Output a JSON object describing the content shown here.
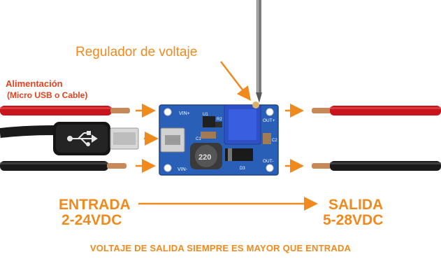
{
  "labels": {
    "regulator": "Regulador de voltaje",
    "power": "Alimentación",
    "power_sub": "(Micro USB o Cable)",
    "input": "ENTRADA",
    "input_range": "2-24VDC",
    "output": "SALIDA",
    "output_range": "5-28VDC",
    "note": "VOLTAJE DE SALIDA SIEMPRE ES MAYOR QUE ENTRADA"
  },
  "board": {
    "vin_plus": "VIN+",
    "vin_minus": "VIN-",
    "out_plus": "OUT+",
    "out_minus": "OUT-",
    "u1": "U1",
    "r2": "R2",
    "c1": "C1",
    "c2": "C2",
    "d3": "D3",
    "inductor": "220"
  },
  "colors": {
    "accent": "#f08a1c",
    "red_label": "#e8401c",
    "pcb": "#2a5fb8",
    "wire_red": "#c8141c",
    "wire_black": "#1a1a1a",
    "copper": "#c8895a"
  }
}
